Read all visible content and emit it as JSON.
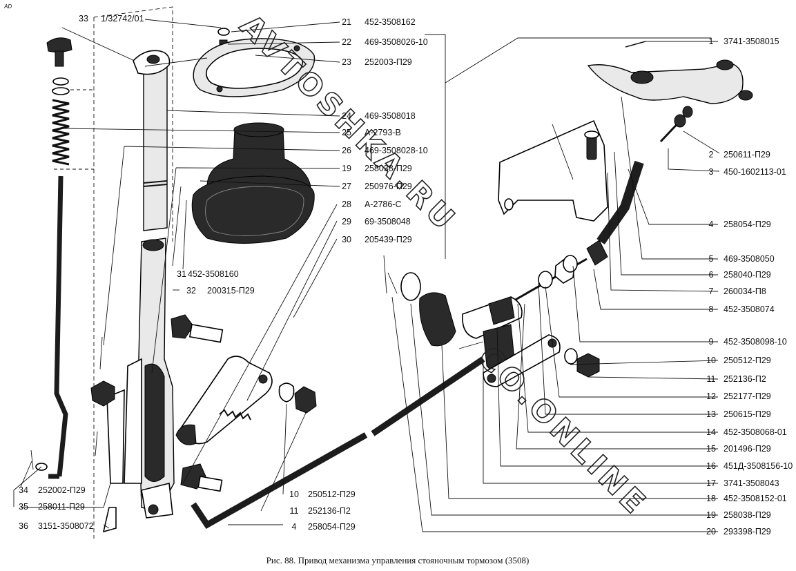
{
  "corner_mark": "AD",
  "caption": "Рис. 88. Привод механизма управления стояночным тормозом (3508)",
  "watermark": "AVTOSHKA.RU",
  "watermark2": "CO.ONLINE",
  "labels_right": [
    {
      "n": "1",
      "code": "3741-3508015"
    },
    {
      "n": "2",
      "code": "250611-П29"
    },
    {
      "n": "3",
      "code": "450-1602113-01"
    },
    {
      "n": "4",
      "code": "258054-П29"
    },
    {
      "n": "5",
      "code": "469-3508050"
    },
    {
      "n": "6",
      "code": "258040-П29"
    },
    {
      "n": "7",
      "code": "260034-П8"
    },
    {
      "n": "8",
      "code": "452-3508074"
    },
    {
      "n": "9",
      "code": "452-3508098-10"
    },
    {
      "n": "10",
      "code": "250512-П29"
    },
    {
      "n": "11",
      "code": "252136-П2"
    },
    {
      "n": "12",
      "code": "252177-П29"
    },
    {
      "n": "13",
      "code": "250615-П29"
    },
    {
      "n": "14",
      "code": "452-3508068-01"
    },
    {
      "n": "15",
      "code": "201496-П29"
    },
    {
      "n": "16",
      "code": "451Д-3508156-10"
    },
    {
      "n": "17",
      "code": "3741-3508043"
    },
    {
      "n": "18",
      "code": "452-3508152-01"
    },
    {
      "n": "19",
      "code": "258038-П29"
    },
    {
      "n": "20",
      "code": "293398-П29"
    }
  ],
  "labels_center": [
    {
      "n": "21",
      "code": "452-3508162"
    },
    {
      "n": "22",
      "code": "469-3508026-10"
    },
    {
      "n": "23",
      "code": "252003-П29"
    },
    {
      "n": "24",
      "code": "469-3508018"
    },
    {
      "n": "25",
      "code": "А-2793-В"
    },
    {
      "n": "26",
      "code": "469-3508028-10"
    },
    {
      "n": "19",
      "code": "258038-П29"
    },
    {
      "n": "27",
      "code": "250976-П29"
    },
    {
      "n": "28",
      "code": "А-2786-С"
    },
    {
      "n": "29",
      "code": "69-3508048"
    },
    {
      "n": "30",
      "code": "205439-П29"
    }
  ],
  "label_33": {
    "n": "33",
    "code": "1/32742/01"
  },
  "label_31": {
    "n": "31",
    "code": "452-3508160"
  },
  "label_32": {
    "n": "32",
    "code": "200315-П29"
  },
  "labels_bottom_mid": [
    {
      "n": "10",
      "code": "250512-П29"
    },
    {
      "n": "11",
      "code": "252136-П2"
    },
    {
      "n": "4",
      "code": "258054-П29"
    }
  ],
  "labels_bottom_left": [
    {
      "n": "34",
      "code": "252002-П29"
    },
    {
      "n": "35",
      "code": "258011-П29"
    },
    {
      "n": "36",
      "code": "3151-3508072"
    }
  ]
}
